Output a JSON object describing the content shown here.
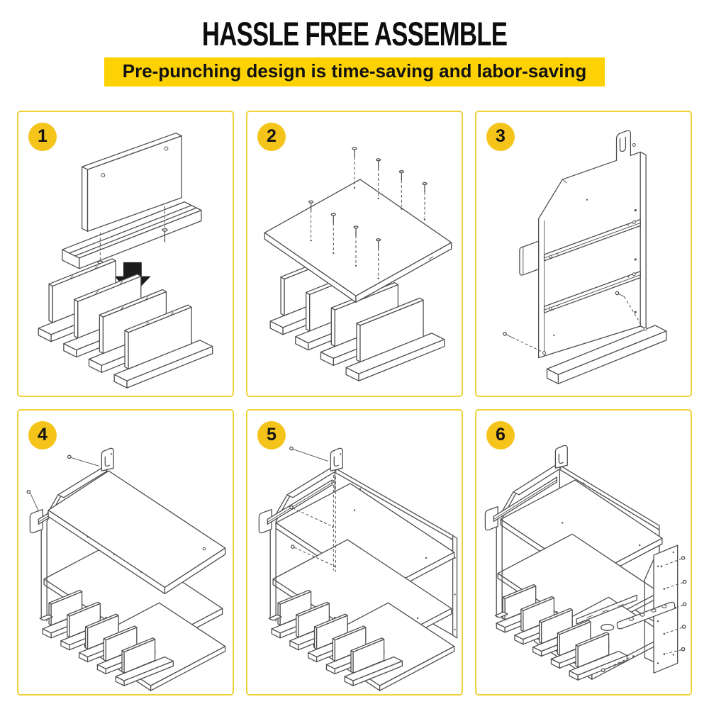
{
  "header": {
    "title": "HASSLE FREE ASSEMBLE",
    "subtitle": "Pre-punching design is time-saving and labor-saving"
  },
  "theme": {
    "highlight_yellow": "#FDD205",
    "badge_yellow": "#F5C41B",
    "panel_border_yellow": "#EFD23C",
    "line_art_color": "#4D4D4D",
    "text_color": "#111111",
    "background": "#FFFFFF"
  },
  "steps": [
    {
      "number": "1"
    },
    {
      "number": "2"
    },
    {
      "number": "3"
    },
    {
      "number": "4"
    },
    {
      "number": "5"
    },
    {
      "number": "6"
    }
  ]
}
